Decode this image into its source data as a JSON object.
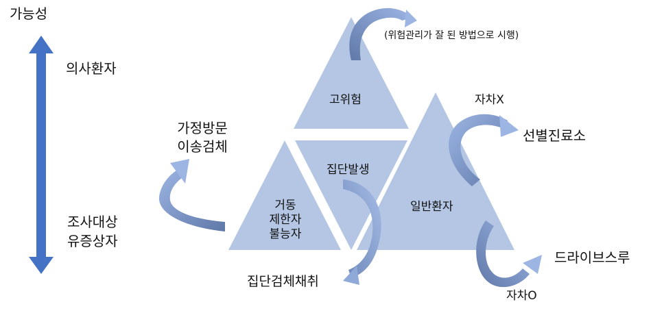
{
  "axis": {
    "top_label": "가능성",
    "upper_label": "의사환자",
    "lower_label_1": "조사대상",
    "lower_label_2": "유증상자"
  },
  "triangles": {
    "top": "고위험",
    "center": "집단발생",
    "left_1": "거동",
    "left_2": "제한자",
    "left_3": "불능자",
    "right": "일반환자"
  },
  "annotations": {
    "top_note": "(위험관리가 잘 된 방법으로 시행)",
    "home_visit_1": "가정방문",
    "home_visit_2": "이송검체",
    "group_sampling": "집단검체채취",
    "car_x": "자차X",
    "screening_clinic": "선별진료소",
    "car_o": "자차O",
    "drive_thru": "드라이브스루"
  },
  "colors": {
    "axis_arrow": "#4472c4",
    "triangle_fill": "#b4c6e4",
    "arrow_light": "#8fa9d8",
    "arrow_dark": "#5f78a8"
  }
}
